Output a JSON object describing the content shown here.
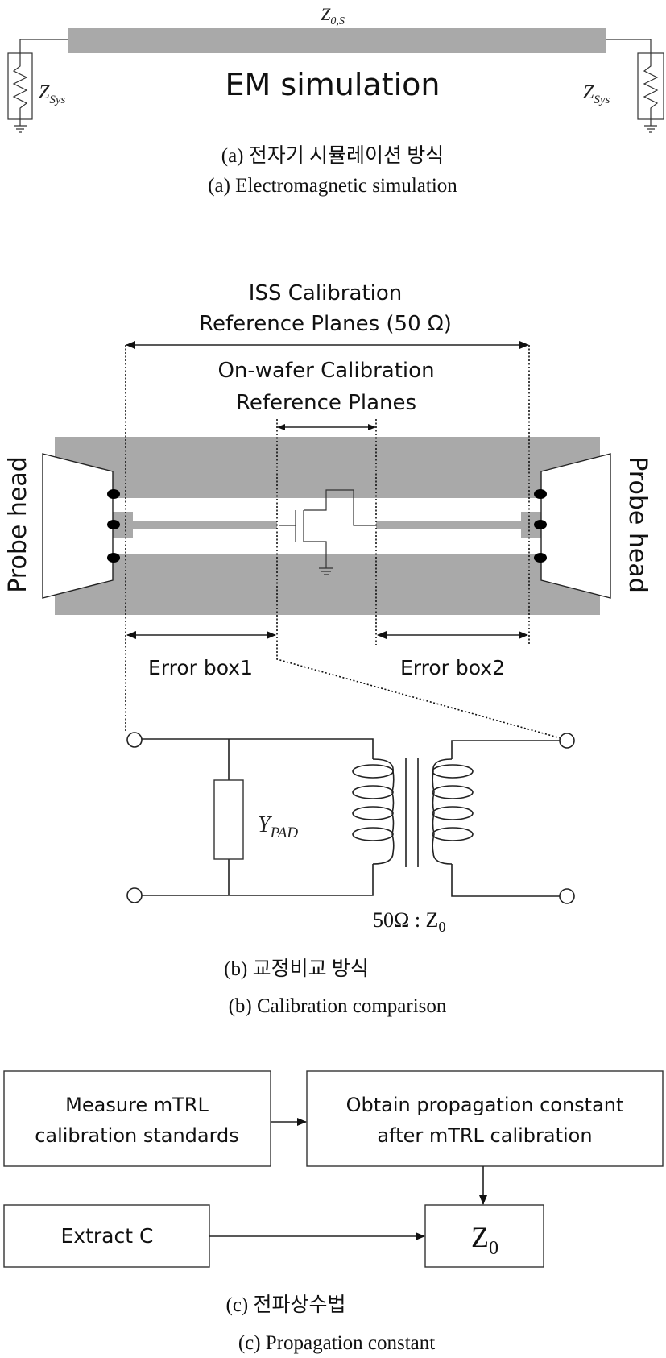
{
  "panel_a": {
    "line_label_main": "Z",
    "line_label_sub": "0,S",
    "load_main": "Z",
    "load_sub": "Sys",
    "em_label": "EM simulation",
    "caption_ko": "(a) 전자기 시뮬레이션 방식",
    "caption_en": "(a) Electromagnetic simulation"
  },
  "panel_b": {
    "iss_line1": "ISS Calibration",
    "iss_line2": "Reference Planes (50 Ω)",
    "onwafer_line1": "On-wafer Calibration",
    "onwafer_line2": "Reference Planes",
    "probe_head": "Probe head",
    "error_box1": "Error box1",
    "error_box2": "Error box2",
    "ypad_main": "Y",
    "ypad_sub": "PAD",
    "ratio_prefix": "50Ω : Z",
    "ratio_sub": "0",
    "caption_ko": "(b) 교정비교 방식",
    "caption_en": "(b) Calibration comparison"
  },
  "panel_c": {
    "measure_line1": "Measure mTRL",
    "measure_line2": "calibration standards",
    "obtain_line1": "Obtain propagation constant",
    "obtain_line2": "after mTRL calibration",
    "extract": "Extract C",
    "z0_main": "Z",
    "z0_sub": "0",
    "caption_ko": "(c) 전파상수법",
    "caption_en": "(c) Propagation constant"
  }
}
